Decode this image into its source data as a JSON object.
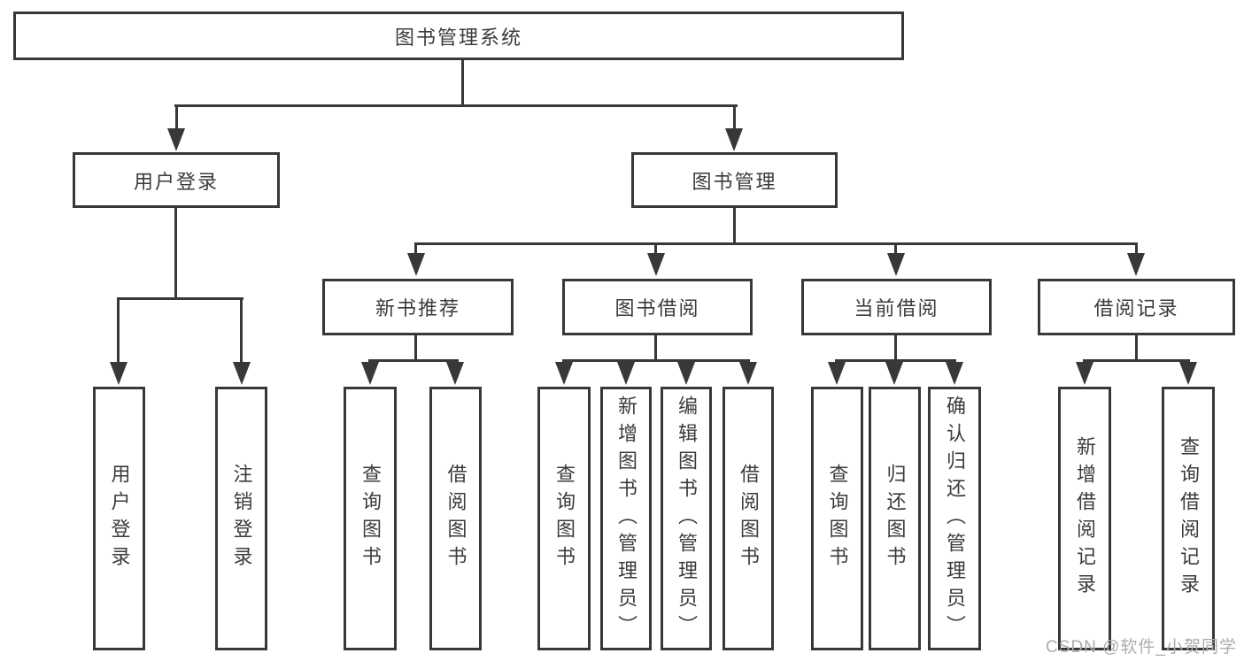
{
  "diagram": {
    "title": "图书管理系统",
    "level1": {
      "user_login": "用户登录",
      "book_management": "图书管理"
    },
    "level2": {
      "new_book_recommend": "新书推荐",
      "book_borrowing": "图书借阅",
      "current_borrowing": "当前借阅",
      "borrowing_records": "借阅记录"
    },
    "leaves": {
      "user_login": "用户登录",
      "logout": "注销登录",
      "rec_query_books": "查询图书",
      "rec_borrow_books": "借阅图书",
      "bor_query_books": "查询图书",
      "bor_add_books_admin": "新增图书（管理员）",
      "bor_edit_books_admin": "编辑图书（管理员）",
      "bor_borrow_books": "借阅图书",
      "cur_query_books": "查询图书",
      "cur_return_books": "归还图书",
      "cur_confirm_return_admin": "确认归还（管理员）",
      "hist_add_record": "新增借阅记录",
      "hist_query_record": "查询借阅记录"
    }
  },
  "watermark": "CSDN @软件_小贺同学",
  "colors": {
    "line": "#383838",
    "text": "#3b3b3b",
    "watermark": "#acacac",
    "background": "#ffffff"
  }
}
